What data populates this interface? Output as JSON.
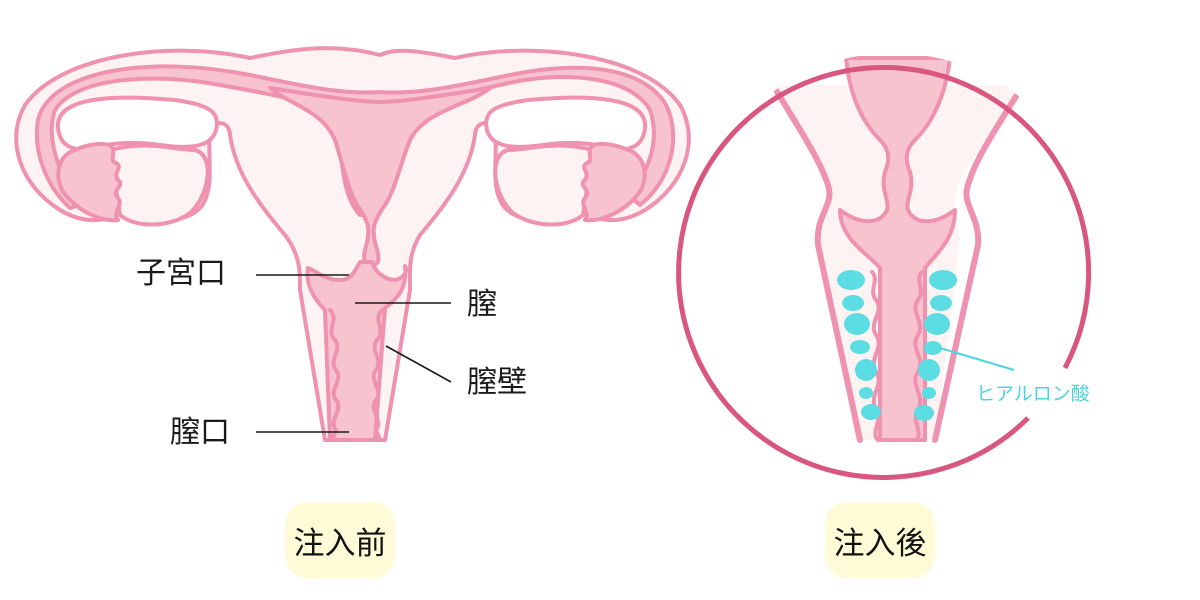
{
  "figure": {
    "colors": {
      "outline": "#ee92b0",
      "fill_light": "#fdf3f3",
      "fill_mid": "#f7c3ce",
      "circle_ring": "#d9567e",
      "hyaluronic": "#5bdde3",
      "badge_bg": "#fffbd6",
      "label_line": "#1a1a1a",
      "hyaluronic_text": "#4fd3df"
    },
    "before": {
      "labels": {
        "cervix": "子宮口",
        "vagina": "膣",
        "vaginal_wall": "膣壁",
        "vaginal_opening": "膣口"
      },
      "caption": "注入前"
    },
    "after": {
      "labels": {
        "hyaluronic_acid": "ヒアルロン酸"
      },
      "caption": "注入後"
    }
  }
}
